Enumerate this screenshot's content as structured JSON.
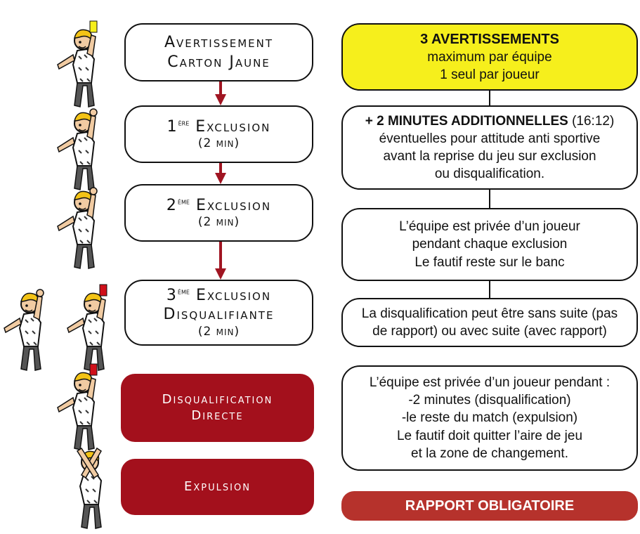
{
  "colors": {
    "card_red": "#a3101c",
    "arrow": "#a01522",
    "yellow": "#f6ef1c",
    "banner": "#b6322c"
  },
  "left": {
    "warning": {
      "line1": "Avertissement",
      "line2": "Carton Jaune"
    },
    "excl1": {
      "num": "1",
      "sup": "ère",
      "word": "Exclusion",
      "dur": "(2 min)"
    },
    "excl2": {
      "num": "2",
      "sup": "ème",
      "word": "Exclusion",
      "dur": "(2 min)"
    },
    "excl3": {
      "num": "3",
      "sup": "ème",
      "word": "Exclusion",
      "line2": "Disqualifiante",
      "dur": "(2 min)"
    },
    "direct": {
      "line1": "Disqualification",
      "line2": "Directe"
    },
    "expulsion": {
      "label": "Expulsion"
    }
  },
  "right": {
    "box1": {
      "title": "3 AVERTISSEMENTS",
      "line1": "maximum par équipe",
      "line2": "1 seul par joueur"
    },
    "box2": {
      "title": "+ 2 MINUTES ADDITIONNELLES",
      "title_suffix": " (16:12)",
      "line1": "éventuelles pour attitude anti sportive",
      "line2": "avant la reprise du jeu sur exclusion",
      "line3": "ou disqualification."
    },
    "box3": {
      "line1": "L’équipe est privée d’un joueur",
      "line2": "pendant  chaque exclusion",
      "line3": "Le fautif reste sur le banc"
    },
    "box4": {
      "line1": "La disqualification peut être sans suite (pas",
      "line2": "de rapport) ou avec suite (avec rapport)"
    },
    "box5": {
      "line1": "L’équipe est privée d’un joueur pendant :",
      "line2": "-2 minutes (disqualification)",
      "line3": "-le reste du match (expulsion)",
      "line4": "Le fautif doit quitter l’aire de jeu",
      "line5": "et la zone de changement."
    },
    "banner": "RAPPORT OBLIGATOIRE"
  },
  "icons": [
    "referee-yellow-card-icon",
    "referee-time-signal-icon",
    "referee-red-card-icon",
    "referee-crossed-arms-icon"
  ]
}
